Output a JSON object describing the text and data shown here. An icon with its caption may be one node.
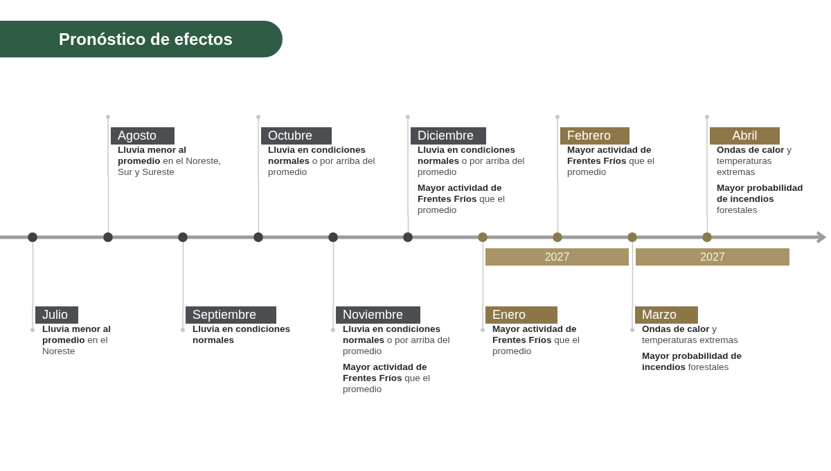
{
  "diagram": {
    "title": "Pronóstico de efectos",
    "nodes": [
      {
        "text": [
          "Julio",
          "**Lluvia menor al promedio** en el Noreste"
        ]
      },
      {
        "text": [
          "Agosto",
          "**Lluvia menor al promedio** en el Noreste, Sur y Sureste"
        ]
      },
      {
        "text": [
          "Septiembre",
          "Lluvia en condiciones normales"
        ]
      },
      {
        "text": [
          "Octubre",
          "**Lluvia en condiciones normales** o por arriba del promedio"
        ]
      },
      {
        "text": [
          "Noviembre",
          "**Lluvia en condiciones normales** o por arriba del promedio",
          "**Mayor actividad de Frentes Fríos** que el promedio"
        ]
      },
      {
        "text": [
          "Diciembre",
          "**Lluvia en condiciones normales** o por arriba del promedio",
          "**Mayor actividad de Frentes Fríos** que el promedio"
        ]
      },
      {
        "text": [
          "Enero",
          "**Mayor actividad de Frentes Fríos** que el promedio"
        ]
      },
      {
        "text": [
          "Febrero",
          "**Mayor actividad de Frentes Fríos** que el promedio"
        ]
      },
      {
        "text": [
          "Marzo",
          "**Ondas de calor** y temperaturas extremas",
          "**Mayor probabilidad de incendios** forestales"
        ]
      },
      {
        "text": [
          "Abril",
          "**Ondas de calor** y temperaturas extremas",
          "**Mayor probabilidad de incendios** forestales"
        ]
      },
      {
        "text": [],
        "shape": "circle"
      },
      {
        "text": [],
        "shape": "circle"
      },
      {
        "text": [],
        "shape": "circle"
      },
      {
        "text": [],
        "shape": "circle"
      },
      {
        "text": [],
        "shape": "circle"
      },
      {
        "text": [],
        "shape": "circle"
      },
      {
        "text": [],
        "shape": "circle"
      },
      {
        "text": [],
        "shape": "circle"
      },
      {
        "text": [],
        "shape": "circle"
      },
      {
        "text": [],
        "shape": "circle"
      },
      {
        "text": [
          "2027"
        ]
      },
      {
        "text": [
          "2027"
        ]
      }
    ],
    "edges": [
      {
        "from": 0,
        "to": 10,
        "arrow": "none",
        "color": "#c8c8c8"
      },
      {
        "from": 1,
        "to": 11,
        "arrow": "none",
        "color": "#c8c8c8"
      },
      {
        "from": 2,
        "to": 12,
        "arrow": "none",
        "color": "#c8c8c8"
      },
      {
        "from": 3,
        "to": 13,
        "arrow": "none",
        "color": "#c8c8c8"
      },
      {
        "from": 4,
        "to": 14,
        "arrow": "none",
        "color": "#c8c8c8"
      },
      {
        "from": 5,
        "to": 15,
        "arrow": "none",
        "color": "#c8c8c8"
      },
      {
        "from": 6,
        "to": 16,
        "arrow": "none",
        "color": "#c8c8c8"
      },
      {
        "from": 7,
        "to": 17,
        "arrow": "none",
        "color": "#c8c8c8"
      },
      {
        "from": 8,
        "to": 18,
        "arrow": "none",
        "color": "#c8c8c8"
      },
      {
        "from": 9,
        "to": 19,
        "arrow": "none",
        "color": "#c8c8c8"
      },
      {
        "from": null,
        "to": 10,
        "arrow": "none"
      },
      {
        "from": 10,
        "to": 11,
        "arrow": "none"
      },
      {
        "from": 11,
        "to": 12,
        "arrow": "none"
      },
      {
        "from": 12,
        "to": 13,
        "arrow": "none"
      },
      {
        "from": 13,
        "to": 14,
        "arrow": "none"
      },
      {
        "from": 14,
        "to": 15,
        "arrow": "none"
      },
      {
        "from": 15,
        "to": 16,
        "arrow": "none"
      },
      {
        "from": 16,
        "to": 17,
        "arrow": "none"
      },
      {
        "from": 17,
        "to": 18,
        "arrow": "none"
      },
      {
        "from": 18,
        "to": 19,
        "arrow": "none"
      },
      {
        "from": 19,
        "to": null,
        "arrow": "to"
      }
    ]
  }
}
